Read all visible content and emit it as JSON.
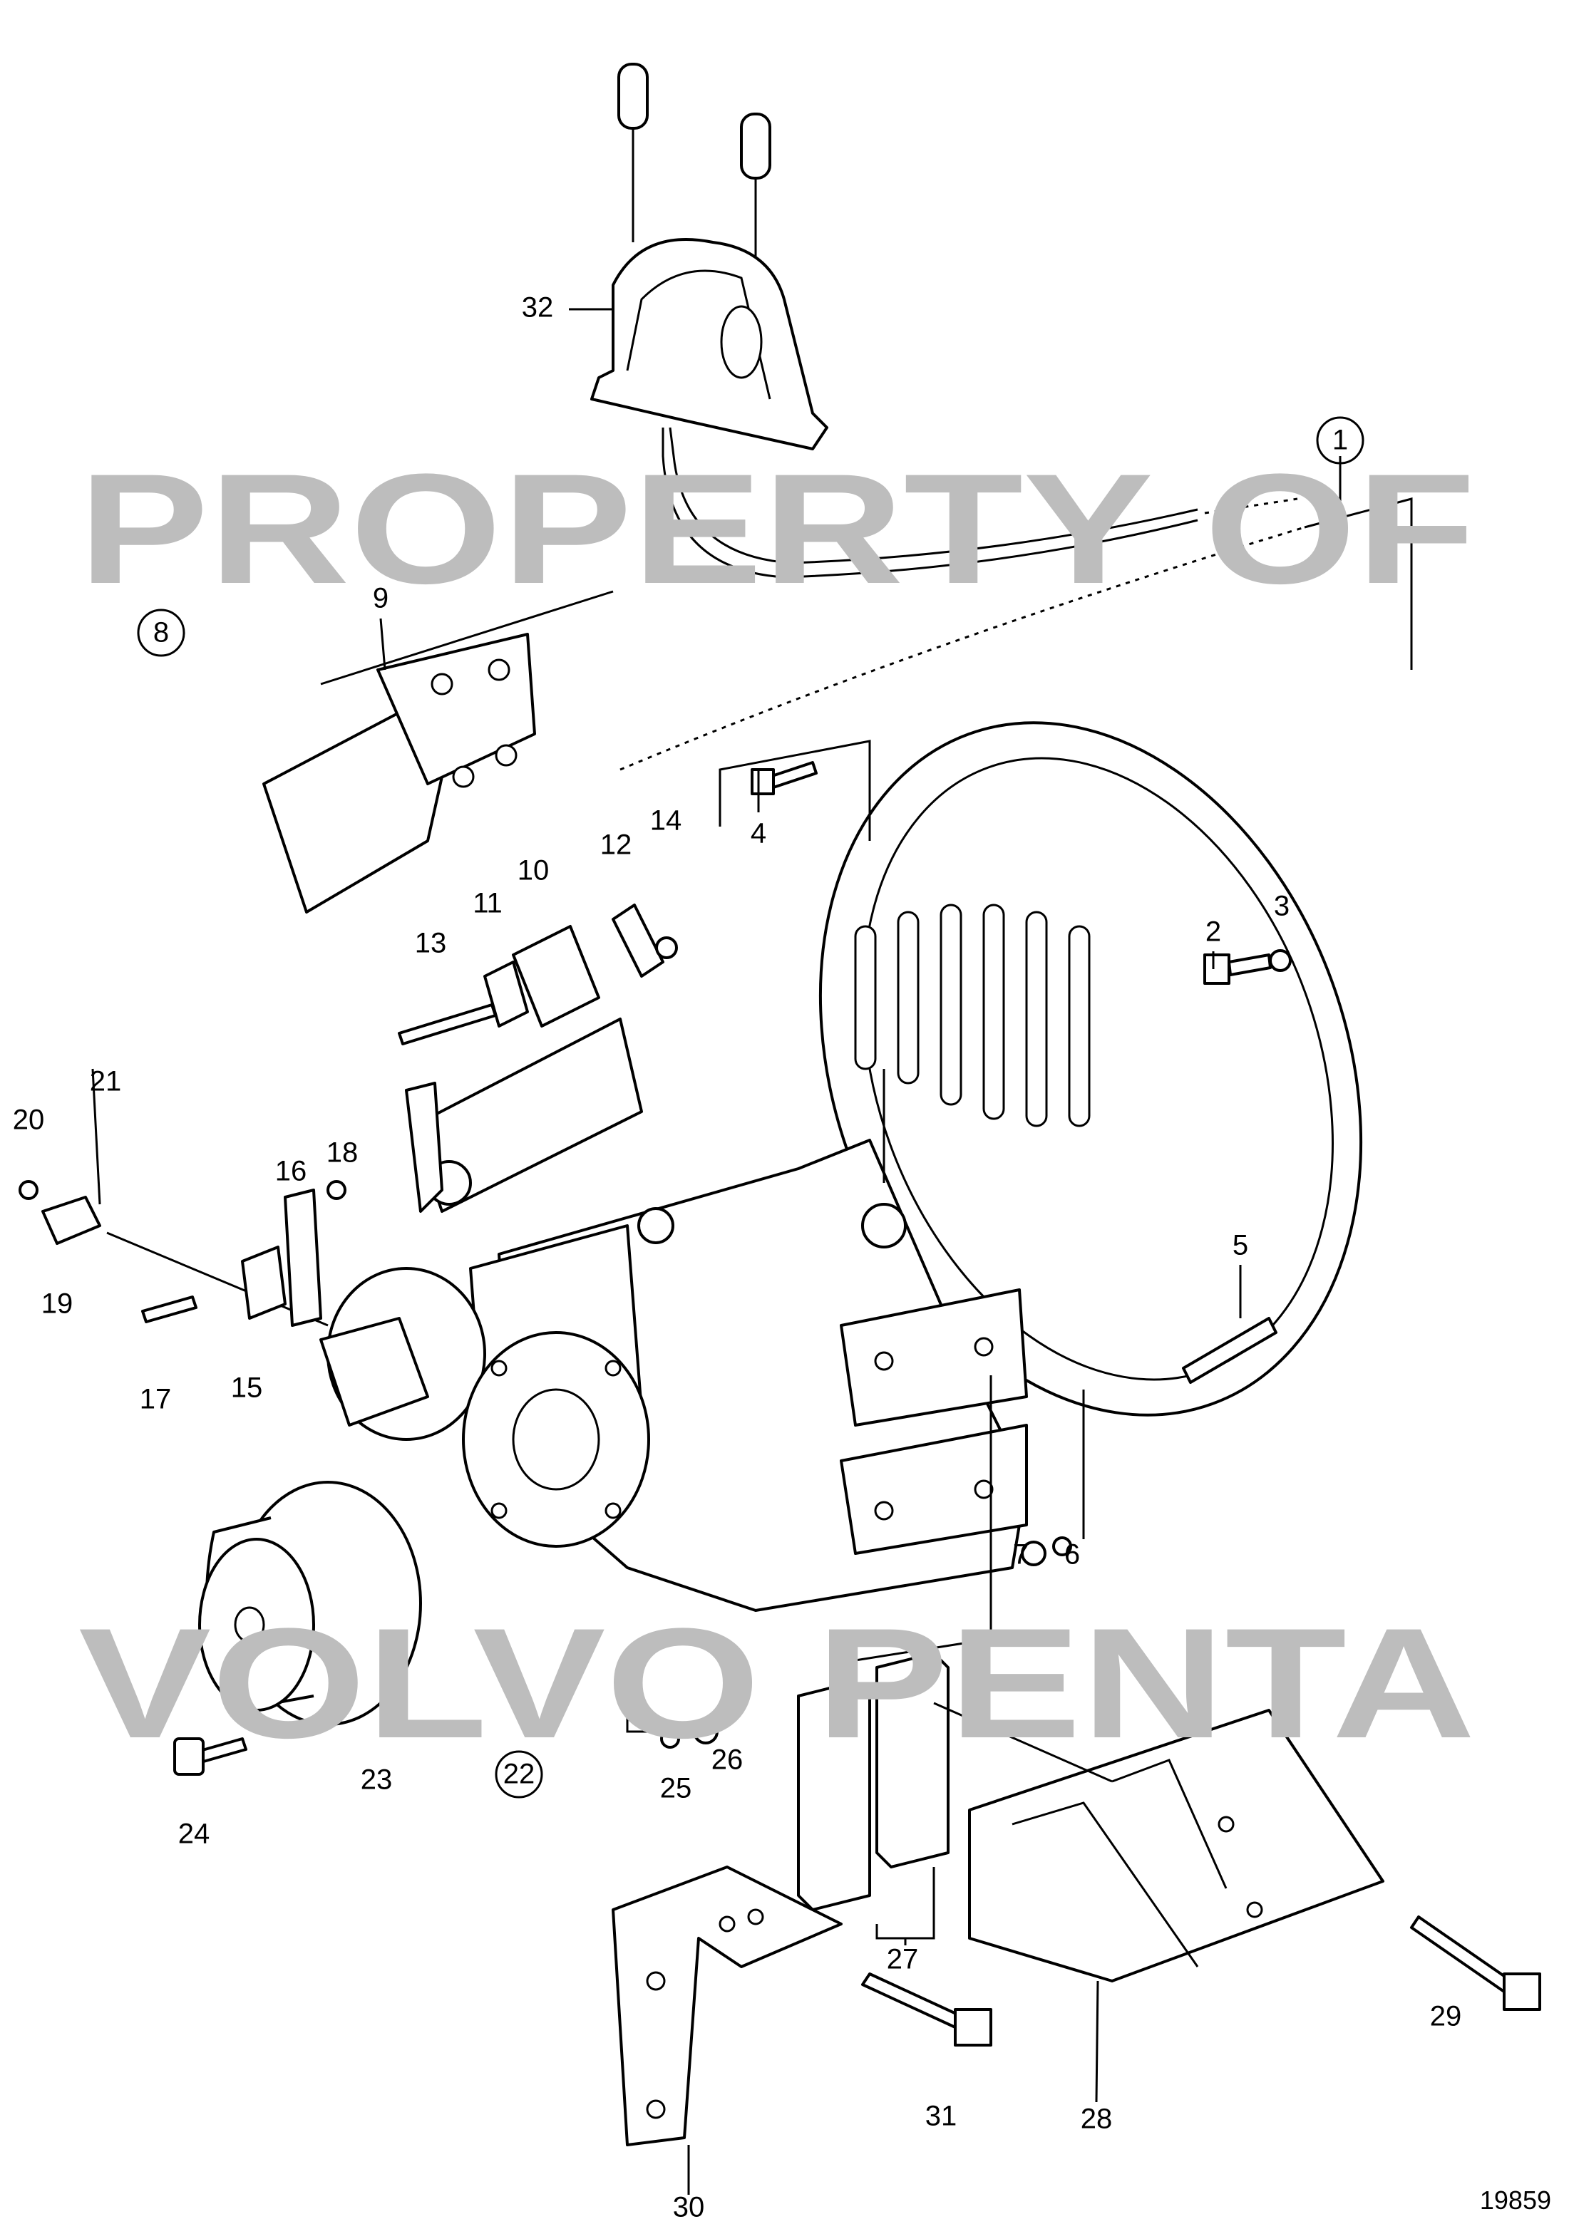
{
  "diagram": {
    "reference_number": "19859",
    "watermark": [
      "PROPERTY OF",
      "VOLVO PENTA"
    ],
    "callouts": {
      "c1": "1",
      "c2": "2",
      "c3": "3",
      "c4": "4",
      "c5": "5",
      "c6": "6",
      "c7": "7",
      "c8": "8",
      "c9": "9",
      "c10": "10",
      "c11": "11",
      "c12": "12",
      "c13": "13",
      "c14": "14",
      "c15": "15",
      "c16": "16",
      "c17": "17",
      "c18": "18",
      "c19": "19",
      "c20": "20",
      "c21": "21",
      "c22": "22",
      "c23": "23",
      "c24": "24",
      "c25": "25",
      "c26": "26",
      "c27": "27",
      "c28": "28",
      "c29": "29",
      "c30": "30",
      "c31": "31",
      "c32": "32"
    }
  }
}
